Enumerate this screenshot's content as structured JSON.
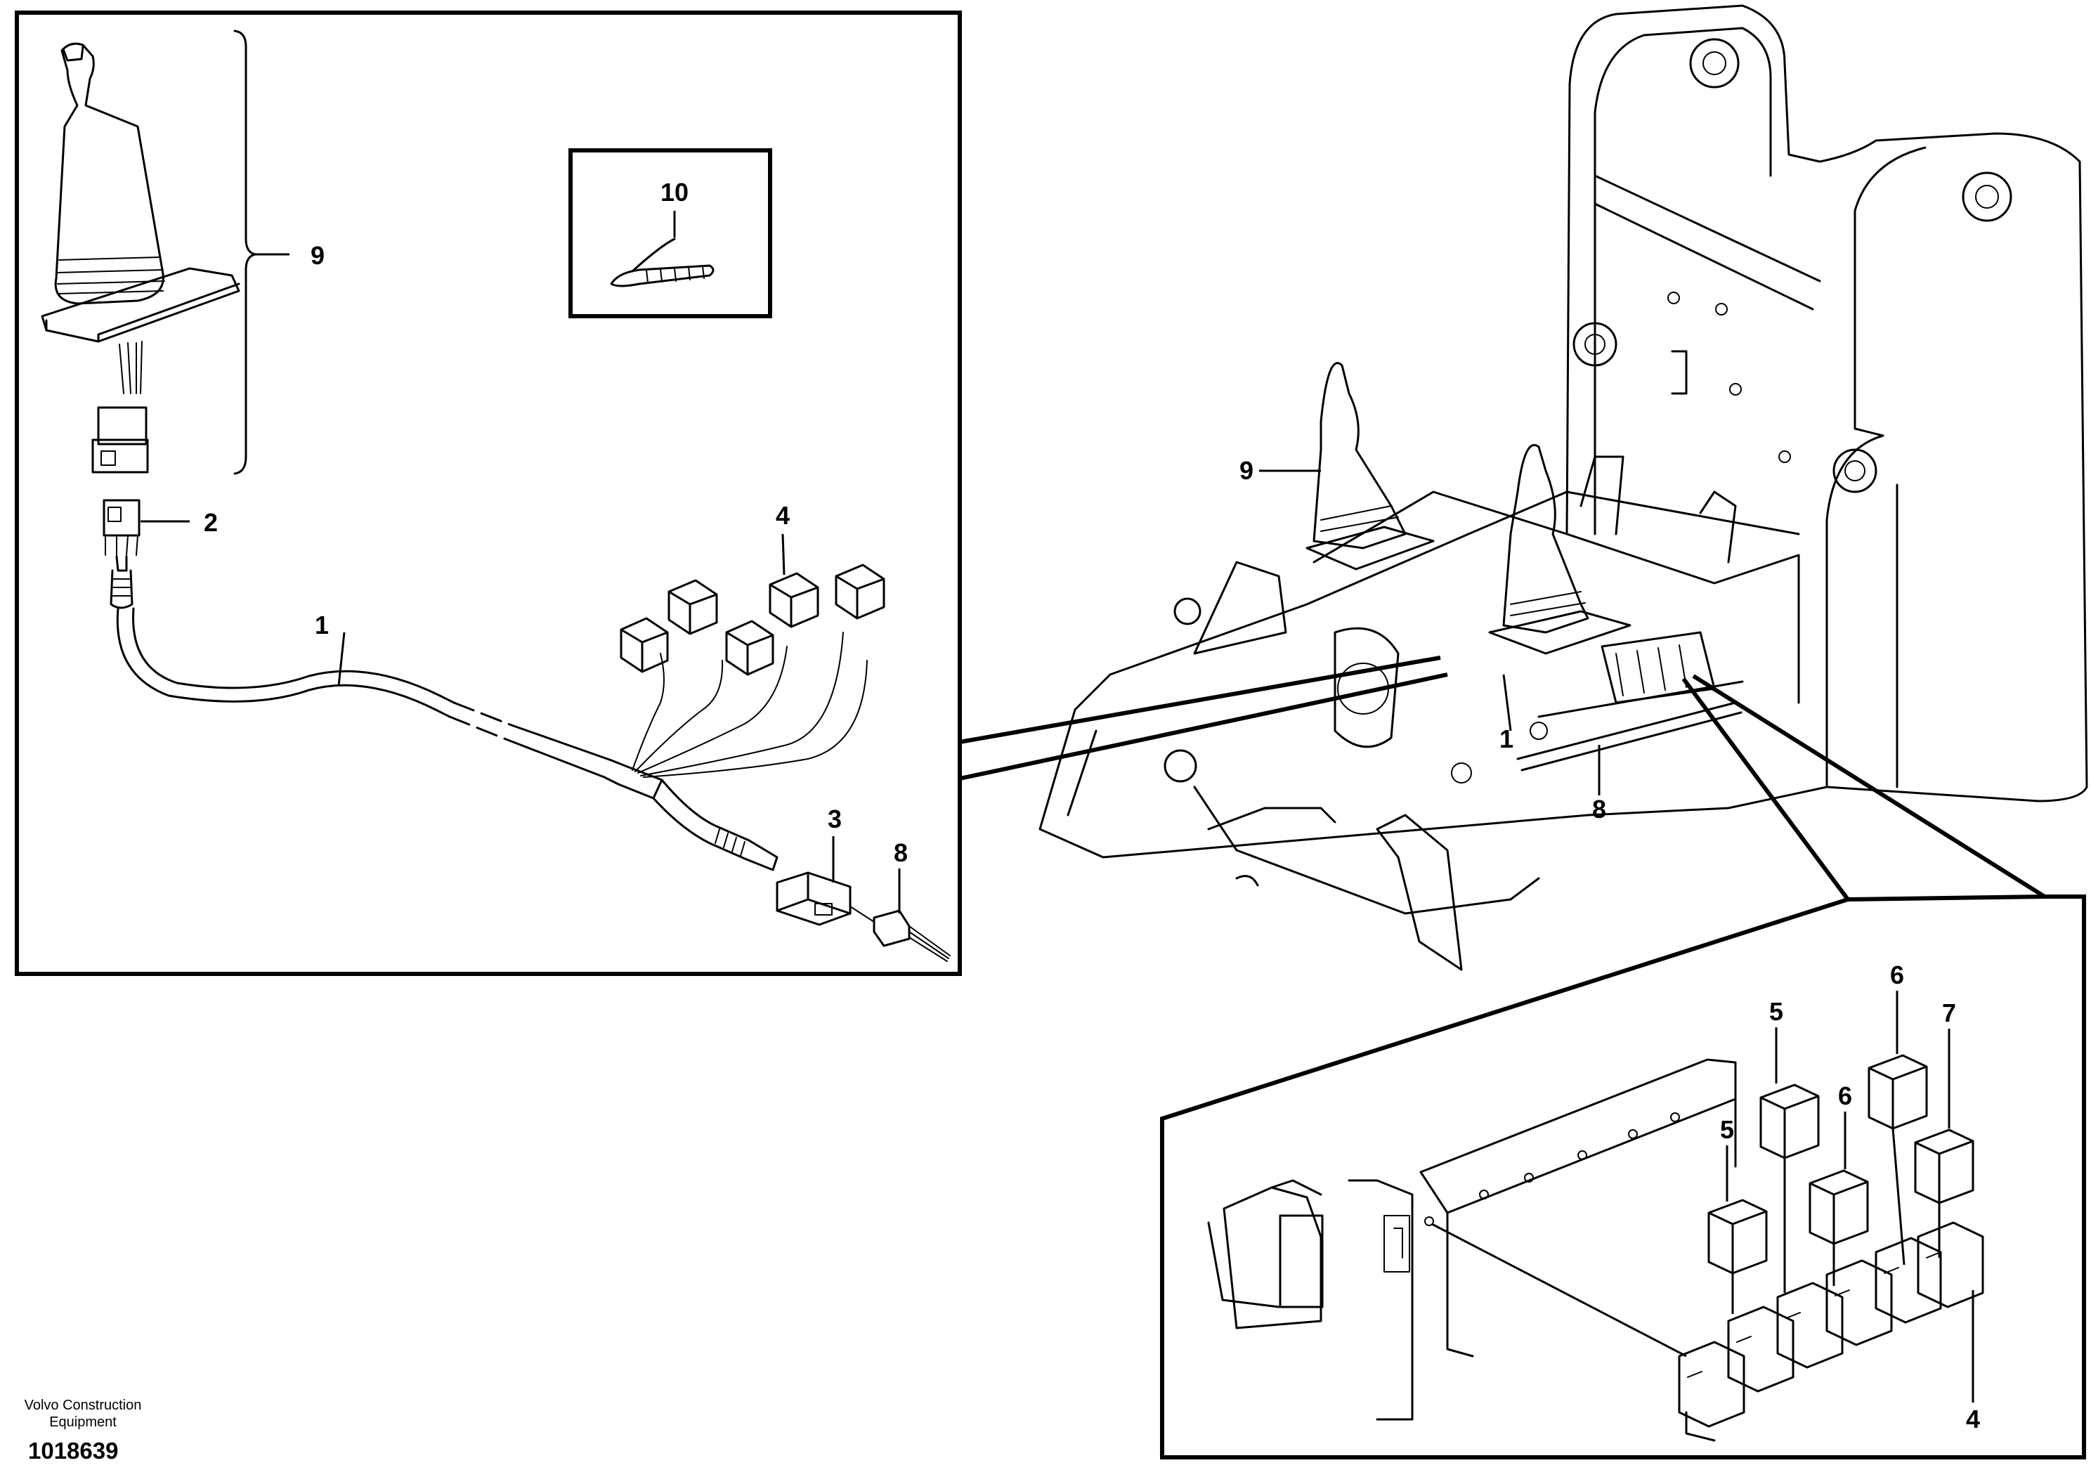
{
  "publisher": {
    "line1": "Volvo Construction",
    "line2": "Equipment"
  },
  "document_number": "1018639",
  "callouts": {
    "left_panel": {
      "c1": "1",
      "c2": "2",
      "c3": "3",
      "c4": "4",
      "c8": "8",
      "c9": "9",
      "c10": "10"
    },
    "machine_view": {
      "c9": "9",
      "c1": "1",
      "c8": "8"
    },
    "relay_panel": {
      "c5a": "5",
      "c6a": "6",
      "c7": "7",
      "c5b": "5",
      "c6b": "6",
      "c4": "4"
    }
  }
}
